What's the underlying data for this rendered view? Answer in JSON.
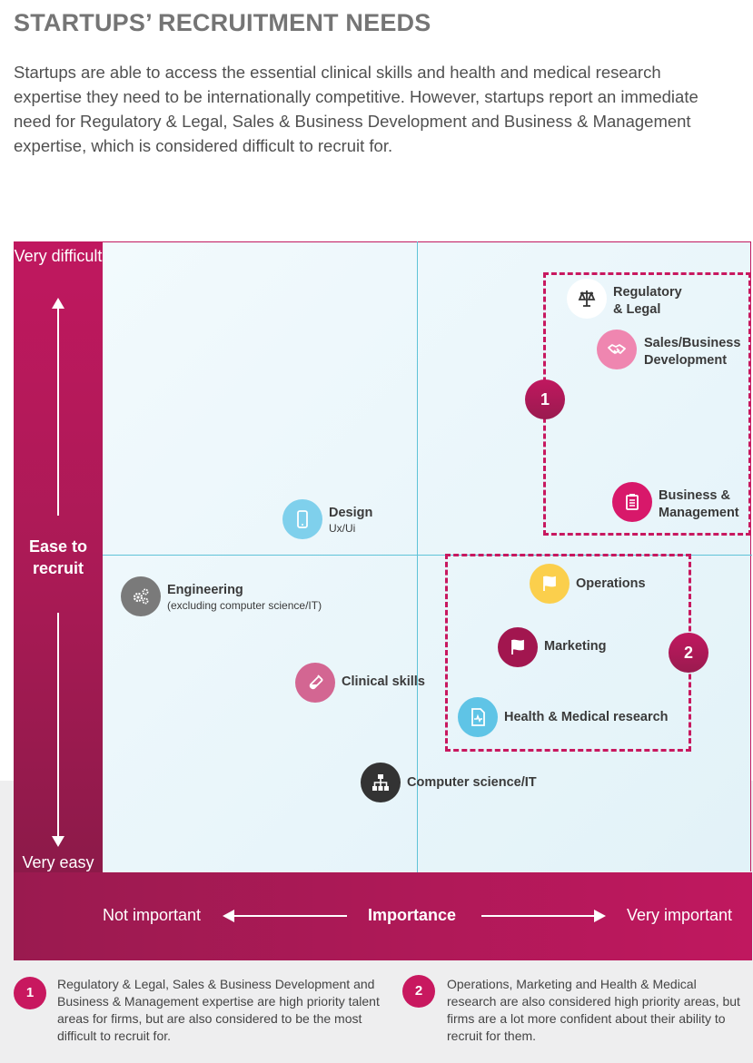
{
  "title": "STARTUPS’ RECRUITMENT NEEDS",
  "intro": "Startups are able to access the essential clinical skills and health and medical research expertise they need to be internationally competitive. However, startups report an immediate need for Regulatory & Legal, Sales & Business Development and Business & Management expertise, which is considered difficult to recruit for.",
  "y_axis": {
    "top": "Very difficult",
    "label": "Ease to recruit",
    "bottom": "Very easy"
  },
  "x_axis": {
    "left": "Not important",
    "label": "Importance",
    "right": "Very important"
  },
  "groups": [
    {
      "badge": "1"
    },
    {
      "badge": "2"
    }
  ],
  "items": [
    {
      "label": "Regulatory\n& Legal",
      "icon": "scales-icon",
      "color": "#ffffff"
    },
    {
      "label": "Sales/Business\nDevelopment",
      "icon": "handshake-icon",
      "color": "#ef86b0"
    },
    {
      "label": "Business &\nManagement",
      "icon": "clipboard-icon",
      "color": "#d8186a"
    },
    {
      "label": "Design",
      "sub": "Ux/Ui",
      "icon": "mobile-icon",
      "color": "#7fd0ec"
    },
    {
      "label": "Engineering",
      "sub": "(excluding computer science/IT)",
      "icon": "gears-icon",
      "color": "#7a7a7a"
    },
    {
      "label": "Operations",
      "icon": "flag-icon",
      "color": "#fbcf4c"
    },
    {
      "label": "Marketing",
      "icon": "flag-icon",
      "color": "#a2164f"
    },
    {
      "label": "Clinical skills",
      "icon": "test-tube-icon",
      "color": "#d36692"
    },
    {
      "label": "Health & Medical research",
      "icon": "document-pulse-icon",
      "color": "#5fc4e6"
    },
    {
      "label": "Computer science/IT",
      "icon": "network-icon",
      "color": "#333333"
    }
  ],
  "notes": [
    {
      "badge": "1",
      "text": "Regulatory & Legal, Sales & Business Development and Business & Management expertise are high priority talent areas for firms, but are also considered to be the most difficult to recruit for."
    },
    {
      "badge": "2",
      "text": "Operations, Marketing and Health & Medical research are also considered high priority areas, but firms are a lot more confident about their ability to recruit for them."
    }
  ]
}
